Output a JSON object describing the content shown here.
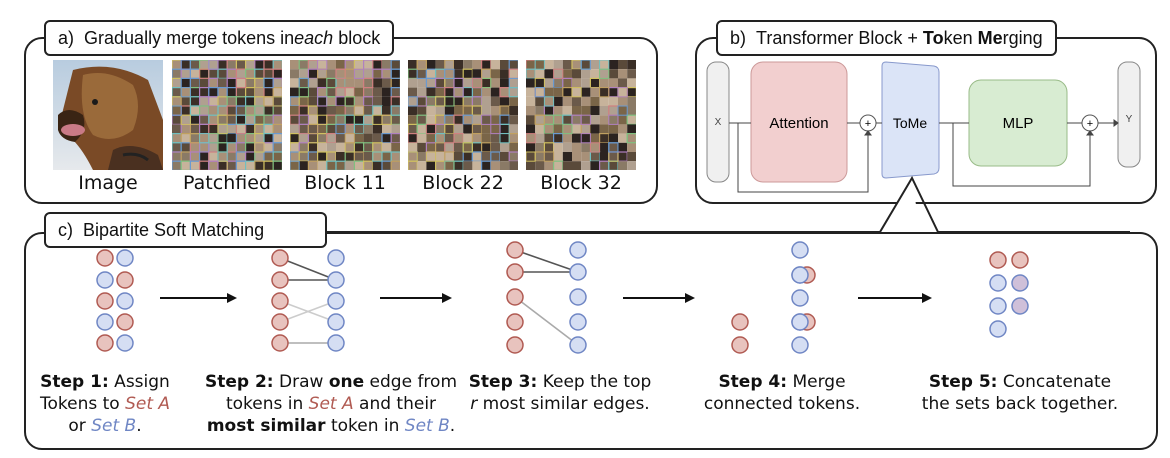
{
  "panel_a": {
    "letter": "a)",
    "title_pre": "Gradually merge tokens in ",
    "title_em": "each",
    "title_post": " block",
    "images": [
      {
        "label": "Image"
      },
      {
        "label": "Patchfied"
      },
      {
        "label": "Block 11"
      },
      {
        "label": "Block 22"
      },
      {
        "label": "Block 32"
      }
    ]
  },
  "panel_b": {
    "letter": "b)",
    "title_pre": "Transformer Block + ",
    "title_to_b": "To",
    "title_ken": "ken ",
    "title_me_b": "Me",
    "title_post": "rging",
    "x_label": "X",
    "y_label": "Y",
    "attention_label": "Attention",
    "tome_label": "ToMe",
    "mlp_label": "MLP",
    "plus1": "+",
    "plus2": "+",
    "colors": {
      "attention": "#f2cfcf",
      "tome": "#dbe4f7",
      "mlp": "#d8ecd2"
    }
  },
  "panel_c": {
    "letter": "c)",
    "title": "Bipartite Soft Matching",
    "colors": {
      "set_a": "#e8c3be",
      "set_a_stroke": "#b05a52",
      "set_b": "#d5def3",
      "set_b_stroke": "#6f86c4",
      "merged": "#cfc0d9"
    },
    "steps": [
      {
        "head": "Step 1:",
        "l1": " Assign",
        "l2": "Tokens to ",
        "l2a": "Set A",
        "l3": "or ",
        "l3b": "Set B",
        "l3end": "."
      },
      {
        "head": "Step 2:",
        "l1a": " Draw ",
        "l1b": "one",
        "l1c": " edge from",
        "l2": "tokens in ",
        "l2a": "Set A",
        "l2c": " and their",
        "l3b": "most similar",
        "l3c": " token in ",
        "l3d": "Set B",
        "l3end": "."
      },
      {
        "head": "Step 3:",
        "l1": " Keep the top",
        "l2i": "r",
        "l2": " most similar edges."
      },
      {
        "head": "Step 4:",
        "l1": " Merge",
        "l2": "connected tokens."
      },
      {
        "head": "Step 5:",
        "l1": " Concatenate",
        "l2": "the sets back together."
      }
    ]
  }
}
